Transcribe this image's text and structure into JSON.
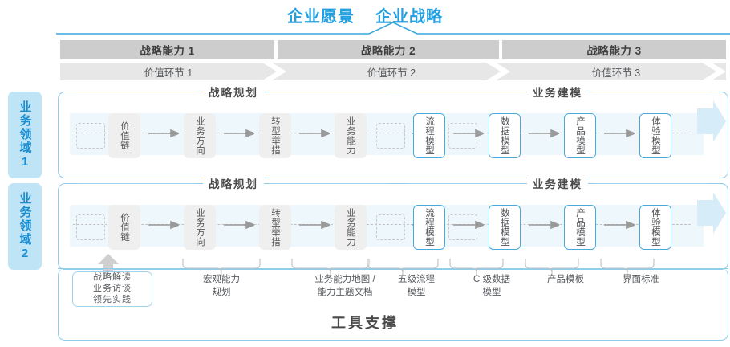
{
  "header": {
    "titles": [
      "企业愿景",
      "企业战略"
    ],
    "accent_color": "#24a0e0"
  },
  "capability_row": {
    "items": [
      "战略能力 1",
      "战略能力 2",
      "战略能力 3"
    ],
    "bar_color": "#cdcdcd"
  },
  "value_chain_row": {
    "items": [
      "价值环节 1",
      "价值环节 2",
      "价值环节 3"
    ],
    "arrow_color": "#e7e7e7"
  },
  "domains": [
    {
      "label": "业务领域1",
      "color": "#bfe4f6",
      "text_color": "#1b8ed2"
    },
    {
      "label": "业务领域2",
      "color": "#bfe4f6",
      "text_color": "#1b8ed2"
    }
  ],
  "sections": {
    "strategy_planning": "战略规划",
    "business_modeling": "业务建模"
  },
  "pipeline": {
    "strategy_nodes": [
      "价值链",
      "业务方向",
      "转型举措",
      "业务能力"
    ],
    "modeling_nodes": [
      "流程模型",
      "数据模型",
      "产品模型",
      "体验模型"
    ],
    "gray_node_bg": "#efefef",
    "blue_node_border": "#4aa9dc"
  },
  "tools": {
    "support_title": "工具支撑",
    "anchor_box_lines": [
      "战略解读",
      "业务访谈",
      "领先实践"
    ],
    "labels": [
      "宏观能力\n规划",
      "业务能力地图 /\n能力主题文档",
      "五级流程\n模型",
      "C 级数据\n模型",
      "产品模板",
      "界面标准"
    ],
    "label_macro": "宏观能力\n规划",
    "label_capmap": "业务能力地图 /\n能力主题文档",
    "label_process": "五级流程\n模型",
    "label_data": "C 级数据\n模型",
    "label_product": "产品模板",
    "label_ui": "界面标准"
  }
}
